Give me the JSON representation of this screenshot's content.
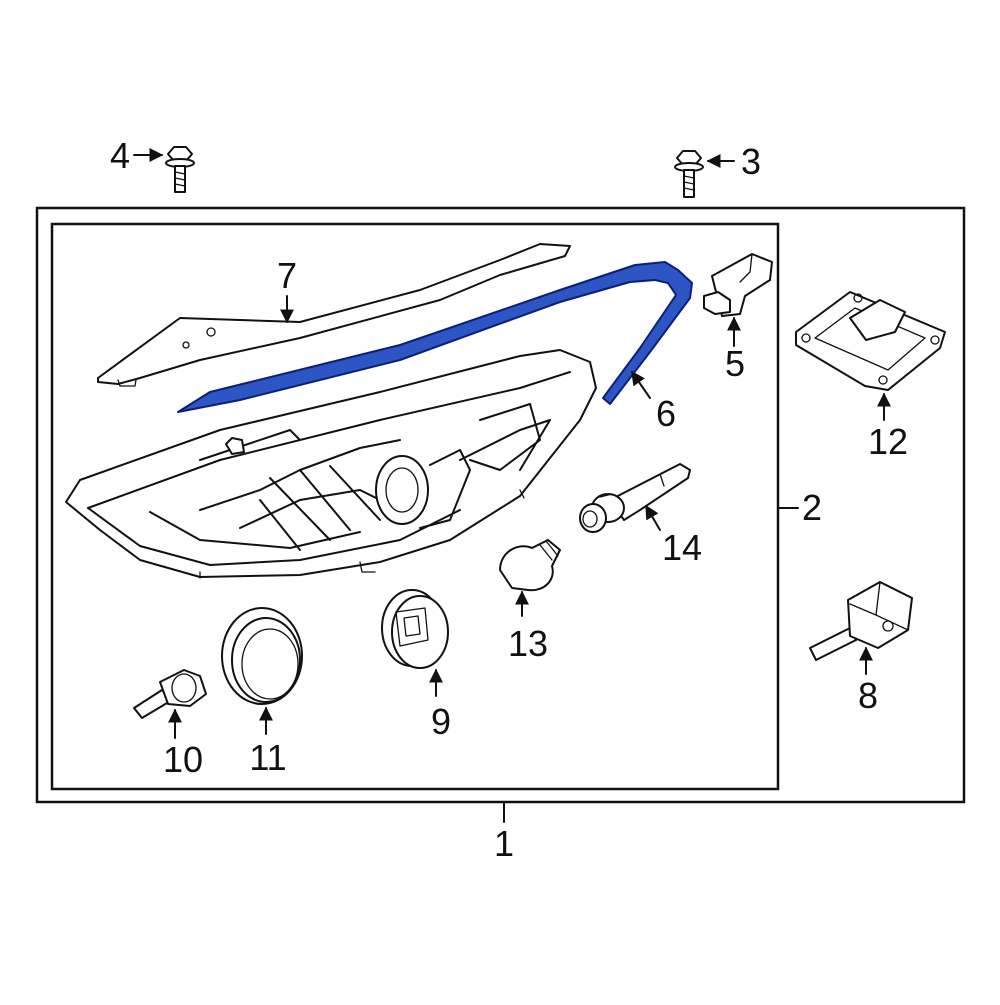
{
  "colors": {
    "line": "#111111",
    "background": "#ffffff",
    "highlight_fill": "#2e55c4",
    "highlight_stroke": "#0a1f7a"
  },
  "callouts": {
    "c1": "1",
    "c2": "2",
    "c3": "3",
    "c4": "4",
    "c5": "5",
    "c6": "6",
    "c7": "7",
    "c8": "8",
    "c9": "9",
    "c10": "10",
    "c11": "11",
    "c12": "12",
    "c13": "13",
    "c14": "14"
  }
}
